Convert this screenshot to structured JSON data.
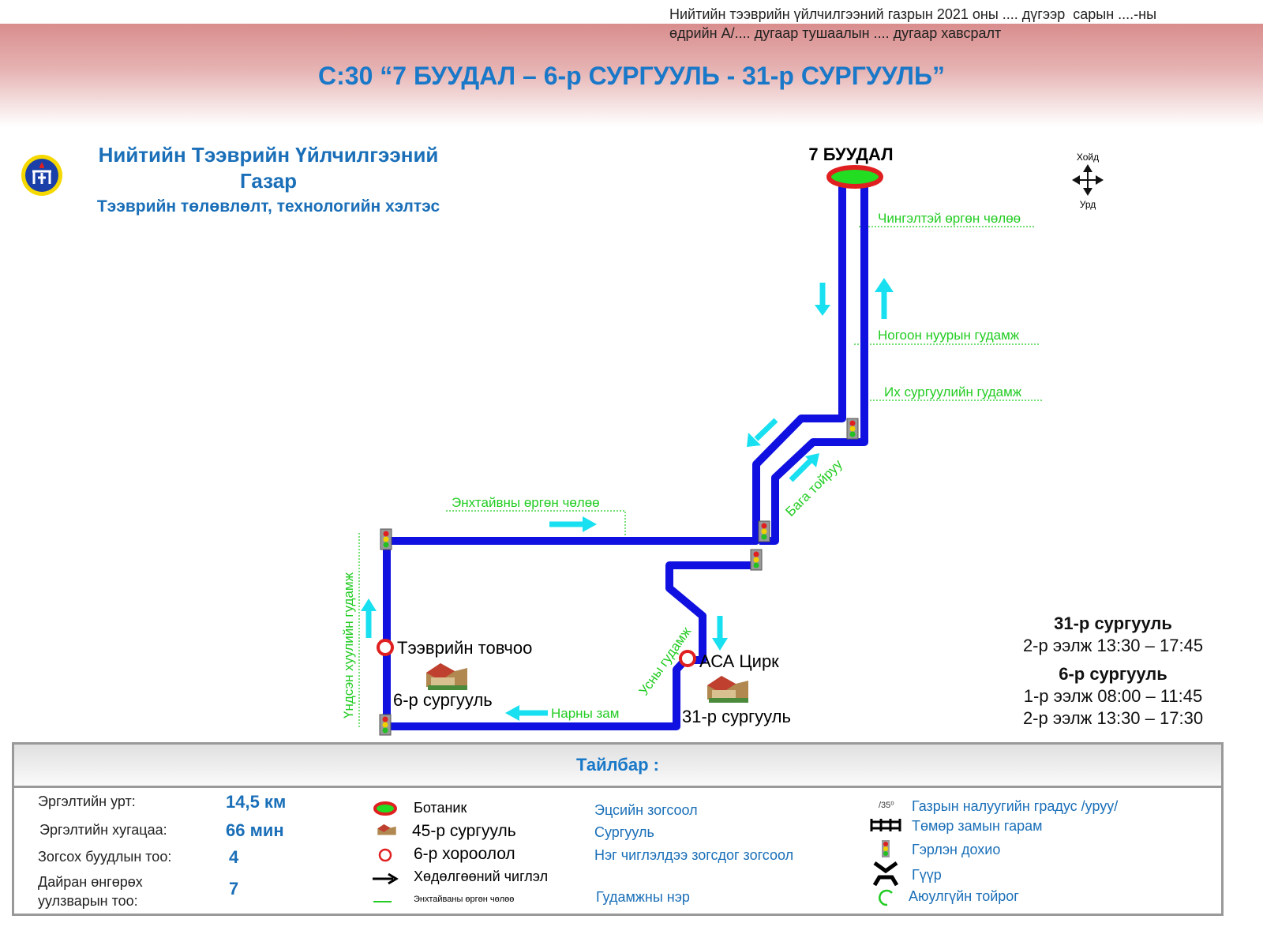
{
  "annex_note": "Нийтийн тээврийн үйлчилгээний газрын 2021 оны .... дүгээр  сарын ....-ны\nөдрийн А/.... дугаар тушаалын .... дугаар хавсралт",
  "route_title": "С:30 “7 БУУДАЛ – 6-р СУРГУУЛЬ - 31-р СУРГУУЛЬ”",
  "organization": {
    "name_line1": "Нийтийн Тээврийн Үйлчилгээний",
    "name_line2": "Газар",
    "department": "Тээврийн төлөвлөлт, технологийн хэлтэс"
  },
  "compass": {
    "north": "Хойд",
    "south": "Урд"
  },
  "map": {
    "terminal": "7 БУУДАЛ",
    "stops": [
      "Тээврийн товчоо",
      "АСА Цирк"
    ],
    "schools": [
      "6-р сургууль",
      "31-р сургууль"
    ],
    "streets": {
      "chingeltei": "Чингэлтэй өргөн чөлөө",
      "nogoon_nuur": "Ногоон нуурын гудамж",
      "ikh_surguuli": "Их сургуулийн гудамж",
      "baga_toiruu": "Бага тойруу",
      "enkhtaivan": "Энхтайвны өргөн чөлөө",
      "undsen_khuuli": "Үндсэн хуулийн гудамж",
      "usny": "Усны гудамж",
      "narny": "Нарны зам"
    },
    "colors": {
      "route": "#1010e0",
      "arrow": "#19e0f0",
      "street": "#22cc22",
      "stop": "#e02020"
    }
  },
  "schedule": [
    {
      "school": "31-р сургууль",
      "shifts": [
        "2-р ээлж 13:30 – 17:45"
      ]
    },
    {
      "school": "6-р сургууль",
      "shifts": [
        "1-р ээлж 08:00 – 11:45",
        "2-р ээлж 13:30 – 17:30"
      ]
    }
  ],
  "legend": {
    "title": "Тайлбар :",
    "stats": [
      {
        "label": "Эргэлтийн урт:",
        "value": "14,5 км"
      },
      {
        "label": "Эргэлтийн хугацаа:",
        "value": "66 мин"
      },
      {
        "label": "Зогсох буудлын тоо:",
        "value": "4"
      },
      {
        "label": "Дайран өнгөрөх\nуулзварын тоо:",
        "value": "7"
      }
    ],
    "symbols": [
      "Ботаник",
      "45-р сургууль",
      "6-р хороолол",
      "Хөдөлгөөний чиглэл",
      "Энхтайваны өргөн чөлөө"
    ],
    "meanings": [
      "Эцсийн зогсоол",
      "Сургууль",
      "Нэг чиглэлдээ зогсдог зогсоол",
      "Гудамжны нэр"
    ],
    "slope_sample": "/35⁰",
    "other": [
      "Газрын налуугийн градус /уруу/",
      "Төмөр замын гарам",
      "Гэрлэн дохио",
      "Гүүр",
      "Аюулгүйн тойрог"
    ]
  }
}
